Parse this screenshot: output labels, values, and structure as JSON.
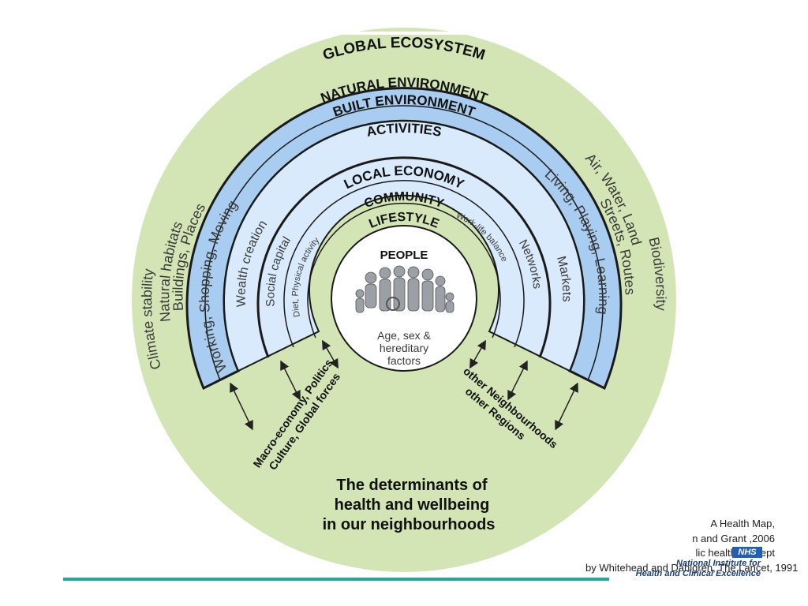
{
  "diagram": {
    "rings": {
      "global_ecosystem": "GLOBAL ECOSYSTEM",
      "natural_environment": "NATURAL ENVIRONMENT",
      "built_environment": "BUILT ENVIRONMENT",
      "activities": "ACTIVITIES",
      "local_economy": "LOCAL ECONOMY",
      "community": "COMMUNITY",
      "lifestyle": "LIFESTYLE",
      "people": "PEOPLE"
    },
    "labels_left": {
      "climate_stability": "Climate stability",
      "natural_habitats": "Natural habitats",
      "buildings_places": "Buildings, Places",
      "working_shopping_moving": "Working, Shopping, Moving",
      "wealth_creation": "Wealth creation",
      "social_capital": "Social capital",
      "diet_physical_activity": "Diet, Physical activity"
    },
    "labels_right": {
      "biodiversity": "Biodiversity",
      "air_water_land": "Air, Water, Land",
      "streets_routes": "Streets, Routes",
      "living_playing_learning": "Living, Playing, Learning",
      "markets": "Markets",
      "networks": "Networks",
      "work_life_balance": "Work-life balance"
    },
    "centre": {
      "line1": "Age, sex &",
      "line2": "hereditary",
      "line3": "factors"
    },
    "left_external": {
      "line1": "Macro-economy, Politics",
      "line2": "Culture, Global forces"
    },
    "right_external": {
      "line1": "other Neighbourhoods",
      "line2": "other Regions"
    },
    "title": {
      "line1": "The determinants of",
      "line2": "health and wellbeing",
      "line3": "in our neighbourhoods"
    }
  },
  "caption": {
    "line1": "A Health Map,",
    "line2": "n and Grant ,2006",
    "line3": "lic health concept",
    "line4": "by Whitehead and Dahlgren, The Lancet, 1991"
  },
  "nice_logo": {
    "badge": "NHS",
    "line1": "National Institute for",
    "line2": "Health and Clinical Excellence"
  },
  "colors": {
    "outer_green": "#d3e5b4",
    "ring_blue": "#a8cdf0",
    "ring_light": "#d8eafb",
    "ring_white": "#eef5fc",
    "teal_rule": "#1fa99b"
  }
}
